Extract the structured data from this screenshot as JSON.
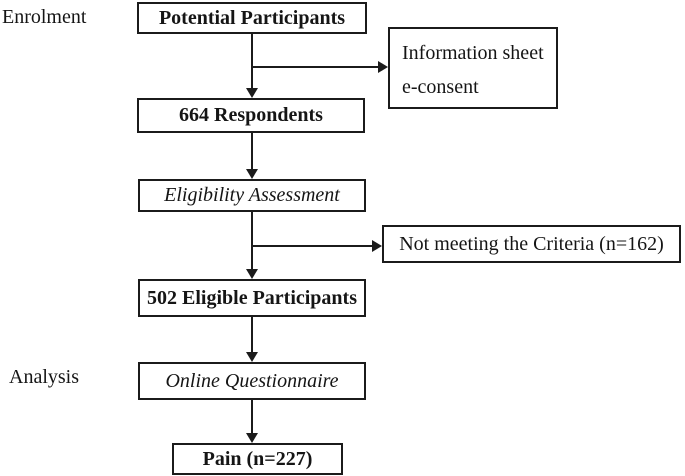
{
  "diagram": {
    "type": "flowchart",
    "colors": {
      "background": "#ffffff",
      "line": "#1b1b1b",
      "text": "#151515"
    },
    "stage_labels": [
      {
        "id": "enrolment",
        "text": "Enrolment"
      },
      {
        "id": "analysis",
        "text": "Analysis"
      }
    ],
    "nodes": [
      {
        "id": "potential-participants",
        "text": "Potential Participants",
        "style": "bold"
      },
      {
        "id": "respondents",
        "text": "664 Respondents",
        "style": "bold"
      },
      {
        "id": "eligibility-assessment",
        "text": "Eligibility Assessment",
        "style": "italic"
      },
      {
        "id": "eligible-participants",
        "text": "502 Eligible Participants",
        "style": "bold"
      },
      {
        "id": "online-questionnaire",
        "text": "Online Questionnaire",
        "style": "italic"
      },
      {
        "id": "pain",
        "text": "Pain (n=227)",
        "style": "bold"
      }
    ],
    "side_nodes": [
      {
        "id": "information-sheet",
        "lines": [
          "Information sheet",
          "e-consent"
        ]
      },
      {
        "id": "not-meeting-criteria",
        "text": "Not meeting the Criteria (n=162)"
      }
    ],
    "flow": [
      {
        "from": "potential-participants",
        "to": "respondents"
      },
      {
        "from": "potential-participants",
        "to": "information-sheet",
        "branch": true
      },
      {
        "from": "respondents",
        "to": "eligibility-assessment"
      },
      {
        "from": "eligibility-assessment",
        "to": "eligible-participants"
      },
      {
        "from": "eligibility-assessment",
        "to": "not-meeting-criteria",
        "branch": true
      },
      {
        "from": "eligible-participants",
        "to": "online-questionnaire"
      },
      {
        "from": "online-questionnaire",
        "to": "pain"
      }
    ]
  }
}
